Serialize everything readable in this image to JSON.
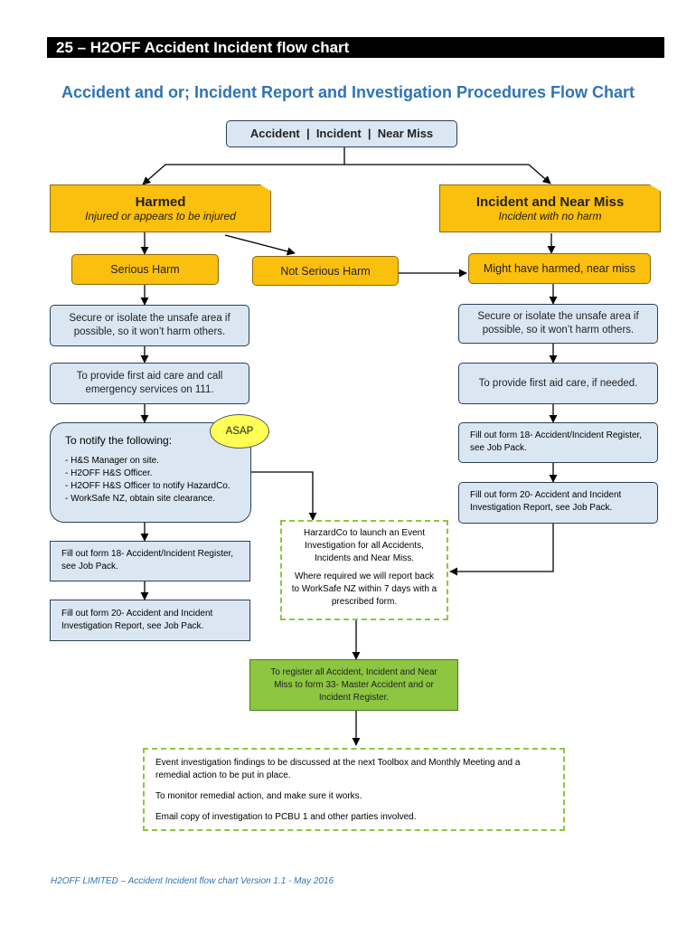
{
  "header": "25 – H2OFF Accident Incident flow chart",
  "subtitle": "Accident and or; Incident Report and Investigation Procedures Flow Chart",
  "colors": {
    "accent": "#2e74b5",
    "box_blue": "#dae7f3",
    "box_orange": "#fbbf0d",
    "box_green": "#8dc641"
  },
  "nodes": {
    "top": "Accident  |  Incident  |  Near Miss",
    "harmed": {
      "title": "Harmed",
      "sub": "Injured or appears to be injured"
    },
    "incident": {
      "title": "Incident and Near Miss",
      "sub": "Incident with no harm"
    },
    "serious": "Serious Harm",
    "not_serious": "Not Serious Harm",
    "might": "Might have harmed, near miss",
    "secure_left": "Secure or isolate the unsafe area if possible, so it won’t harm others.",
    "secure_right": "Secure or isolate the unsafe area if possible, so it won’t harm others.",
    "firstaid_left": "To provide first aid care and call emergency services on 111.",
    "firstaid_right": "To provide first aid care, if needed.",
    "notify": {
      "heading": "To notify the following:",
      "items": [
        "- H&S Manager on site.",
        "- H2OFF H&S Officer.",
        "- H2OFF H&S Officer to notify HazardCo.",
        "- WorkSafe NZ, obtain site clearance."
      ]
    },
    "asap": "ASAP",
    "form18_left": "Fill out form 18- Accident/Incident Register, see Job Pack.",
    "form20_left": "Fill out form 20- Accident and Incident Investigation Report, see Job Pack.",
    "form18_right": "Fill out form 18- Accident/Incident Register, see Job Pack.",
    "form20_right": "Fill out form 20- Accident and Incident Investigation Report, see Job Pack.",
    "hazardco": {
      "p1": "HarzardCo to launch an Event Investigation for all Accidents, Incidents and Near Miss.",
      "p2": "Where required we will report back to WorkSafe NZ within 7 days with a prescribed form."
    },
    "register": "To register all Accident, Incident and Near Miss to form 33- Master Accident and or Incident Register.",
    "final": {
      "p1": "Event investigation findings to be discussed at the next Toolbox and Monthly Meeting and a remedial action to be put in place.",
      "p2": "To monitor remedial action, and make sure it works.",
      "p3": "Email copy of investigation to PCBU 1 and other parties involved."
    }
  },
  "footer": "H2OFF LIMITED – Accident Incident flow chart Version 1.1 - May 2016"
}
